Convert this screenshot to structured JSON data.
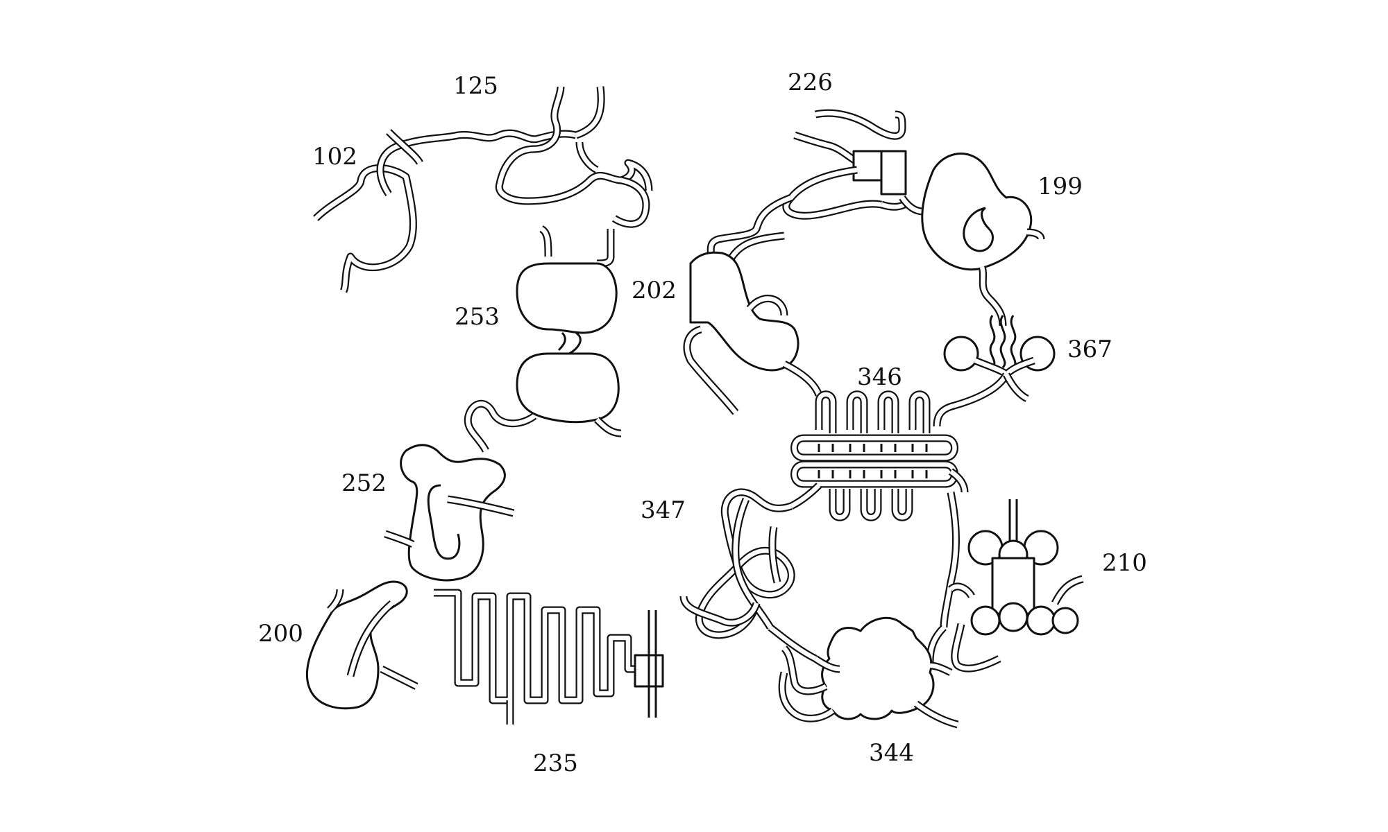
{
  "figure": {
    "labels": [
      {
        "id": "label-102",
        "text": "102"
      },
      {
        "id": "label-125",
        "text": "125"
      },
      {
        "id": "label-202",
        "text": "202"
      },
      {
        "id": "label-253",
        "text": "253"
      },
      {
        "id": "label-252",
        "text": "252"
      },
      {
        "id": "label-200",
        "text": "200"
      },
      {
        "id": "label-235",
        "text": "235"
      },
      {
        "id": "label-226",
        "text": "226"
      },
      {
        "id": "label-199",
        "text": "199"
      },
      {
        "id": "label-367",
        "text": "367"
      },
      {
        "id": "label-346",
        "text": "346"
      },
      {
        "id": "label-347",
        "text": "347"
      },
      {
        "id": "label-210",
        "text": "210"
      },
      {
        "id": "label-344",
        "text": "344"
      }
    ]
  }
}
